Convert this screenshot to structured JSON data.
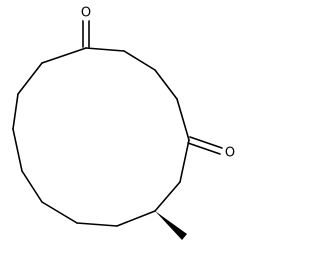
{
  "molecule": {
    "atoms": {
      "oxygen_1": {
        "label": "O"
      },
      "oxygen_2": {
        "label": "O"
      }
    },
    "stereo": {
      "type": "wedge"
    }
  }
}
